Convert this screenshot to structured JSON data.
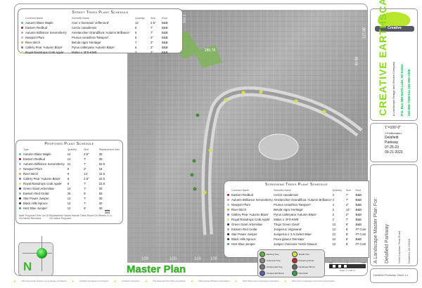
{
  "street_schedule": {
    "title": "Street Trees Plant Schedule",
    "headers": [
      "Common Name",
      "Scientific Name",
      "Quantity",
      "Size",
      "Root"
    ],
    "rows": [
      {
        "dot": "#6fb7a0",
        "common": "Autumn Blaze Maple",
        "sci": "Acer x freemanii 'Jeffersred'",
        "qty": "12",
        "size": "2.5\"",
        "root": "B&B"
      },
      {
        "dot": "#b01c2a",
        "common": "Eastern Redbud",
        "sci": "Cercis canadensis",
        "qty": "6",
        "size": "7'",
        "root": "B&B"
      },
      {
        "dot": "#aaaaaa",
        "common": "Autumn Brilliance Serviceberry",
        "sci": "Amelanchier Grandiflora 'Autumn Brilliance'",
        "qty": "5",
        "size": "7'",
        "root": "B&B"
      },
      {
        "dot": "#bbbbbb",
        "common": "Newport Plum",
        "sci": "Prunus cerasifera 'Newport'",
        "qty": "5",
        "size": "2\"",
        "root": "B&B"
      },
      {
        "dot": "#c9a24b",
        "common": "River Birch",
        "sci": "Betula nigra 'Heritage'",
        "qty": "7",
        "size": "2\"",
        "root": "B&B"
      },
      {
        "dot": "#7b6cc4",
        "common": "Callery Pear 'Autumn Blaze'",
        "sci": "Pyrus calleryana 'Autumn Blaze'",
        "qty": "6",
        "size": "2\"",
        "root": "B&B"
      },
      {
        "dot": "#d8d873",
        "common": "Royal Raindrops Crab Apple'",
        "sci": "Malus x 'JFS-KW5'",
        "qty": "7",
        "size": "7'",
        "root": "B&B"
      }
    ]
  },
  "proposed_schedule": {
    "title": "Proposed Plant Schedule",
    "headers": [
      "Type",
      "Quantity",
      "Size",
      "Replacement Value"
    ],
    "rows": [
      {
        "dot": "#6fb7a0",
        "type": "Autumn Blaze Maple",
        "qty": "12",
        "size": "2.5\"",
        "value": "30"
      },
      {
        "dot": "#b01c2a",
        "type": "Eastern Redbud",
        "qty": "12",
        "size": "7'",
        "value": "30"
      },
      {
        "dot": "#aaaaaa",
        "type": "Autumn Brilliance Serviceberry",
        "qty": "21",
        "size": "7'",
        "value": "52.5"
      },
      {
        "dot": "#bbbbbb",
        "type": "Newport Plum",
        "qty": "9",
        "size": "2\"",
        "value": "18"
      },
      {
        "dot": "#c9a24b",
        "type": "River Birch",
        "qty": "9",
        "size": "14'",
        "value": "22.5"
      },
      {
        "dot": "#7b6cc4",
        "type": "Callery Pear 'Autumn Blaze'",
        "qty": "9",
        "size": "2.5\"",
        "value": "22.5"
      },
      {
        "dot": "#d8d873",
        "type": "Royal Raindrops Crab Apple'",
        "qty": "9",
        "size": "7'",
        "value": "22.5"
      },
      {
        "dot": "#22338a",
        "type": "Green Giant Arborvitae",
        "qty": "12",
        "size": "7'",
        "value": "30"
      },
      {
        "dot": "#8fa9a2",
        "type": "Eastern Red Cedar",
        "qty": "26",
        "size": "6'",
        "value": "65"
      },
      {
        "dot": "#222222",
        "type": "Star Power Juniper",
        "qty": "12",
        "size": "7'",
        "value": "30"
      },
      {
        "dot": "#333333",
        "type": "Black Hills Spruce",
        "qty": "12",
        "size": "7'",
        "value": "30"
      },
      {
        "dot": "#4a9a86",
        "type": "Hetz Blue Juniper",
        "qty": "12",
        "size": "6'",
        "value": "30"
      }
    ],
    "total": "383",
    "note": "Note: Proposed Tree List Of Replacement Values Include Trees Shown On Streets Lt. Lt.",
    "note2a": "3/4 Inches Removed",
    "note2b": "2/5 Inches Proposed"
  },
  "screening_schedule": {
    "title": "Screening Trees Plant Schedule",
    "headers": [
      "Common Name",
      "Scientific Name",
      "Quantity",
      "Size",
      "Root"
    ],
    "rows": [
      {
        "dot": "#b01c2a",
        "common": "Eastern Redbud",
        "sci": "Cercis canadensis",
        "qty": "4",
        "size": "7'",
        "root": "B&B"
      },
      {
        "dot": "#aaaaaa",
        "common": "Autumn Brilliance Serviceberry",
        "sci": "Amelanchier Grandiflora 'Autumn Brilliance'",
        "qty": "4",
        "size": "7'",
        "root": "B&B"
      },
      {
        "dot": "#bbbbbb",
        "common": "Newport Plum",
        "sci": "Prunus cerasifera 'Newport'",
        "qty": "4",
        "size": "2\"",
        "root": "B&B"
      },
      {
        "dot": "#c9a24b",
        "common": "River Birch",
        "sci": "Betula nigra 'Heritage'",
        "qty": "2",
        "size": "14'",
        "root": "B&B"
      },
      {
        "dot": "#7b6cc4",
        "common": "Callery Pear 'Autumn Blaze'",
        "sci": "Pyrus calleryana 'Autumn Blaze'",
        "qty": "3",
        "size": "2\"",
        "root": "B&B"
      },
      {
        "dot": "#d8d873",
        "common": "Royal Raindrops Crab Apple'",
        "sci": "Malus x 'JFS-KW5'",
        "qty": "2",
        "size": "7'",
        "root": "B&B"
      },
      {
        "dot": "#22338a",
        "common": "Green Giant Arborvitae",
        "sci": "Thuja 'Green Giant'",
        "qty": "12",
        "size": "6'",
        "root": "B&B"
      },
      {
        "dot": "#8fa9a2",
        "common": "Eastern Red Cedar",
        "sci": "Juniperus 'virginiana'",
        "qty": "12",
        "size": "6'",
        "root": "#7 Cont."
      },
      {
        "dot": "#222222",
        "common": "Star Power Juniper",
        "sci": "Juniperus x 'J.N.Select Blue'",
        "qty": "12",
        "size": "6'",
        "root": "#7 Cont."
      },
      {
        "dot": "#333333",
        "common": "Black Hills Spruce",
        "sci": "Picea glauca 'Densata'",
        "qty": "12",
        "size": "6'",
        "root": "B&B"
      },
      {
        "dot": "#4a9a86",
        "common": "Hetz Blue Juniper",
        "sci": "Juniper chinensis 'Hetzii Glauca'",
        "qty": "12",
        "size": "6'",
        "root": "#7 Cont."
      }
    ]
  },
  "legend": {
    "items": [
      {
        "label": "Existing Tree",
        "color": "#5fb53a"
      },
      {
        "label": "Shade Tree",
        "color": "#d9e04a"
      },
      {
        "label": "Columnar Tree",
        "color": "#888888"
      },
      {
        "label": "Flowering Shrub",
        "color": "#b82b2b"
      },
      {
        "label": "Ornamental Tree",
        "color": "#777777"
      },
      {
        "label": "Deciduous Shrub",
        "color": "#666666"
      },
      {
        "label": "Ornamental Shrub",
        "color": "#5b5ba8"
      },
      {
        "label": "Perennial",
        "color": "#3a9a4a"
      }
    ]
  },
  "scale": {
    "left": "100'",
    "mid": "0",
    "right": "100'",
    "label": "Scale: 1\"=100'-0\""
  },
  "master_plan_label": "Master Plan",
  "north_label": "N",
  "title_block": {
    "logo_text": "Creative",
    "company": "CREATIVE EARTHSCAPES",
    "tagline": "A Landscape Design and Service Company",
    "address": "P.O. Box 888 North Lake, WI 53064",
    "phone": "262-966-7208 Fax 262-966-7208",
    "scale_value": "1\"=100'-0\"",
    "designer": "J.Federmann",
    "client_line1": "Delafield",
    "client_line2": "Parkway",
    "date1": "07-25-23",
    "date2": "09-21-2023",
    "project_title": "A Landscape Master Plan For:",
    "project_name": "Delafield Parkway",
    "address_line1": "North Lapham Peak Road",
    "address_line2": "Delafield, WI 53018",
    "sheet": "Delafield Parkway Sheet L1"
  },
  "map_labels": [
    "100",
    "100",
    "100",
    "100",
    "285.76",
    "127.88",
    "60.96",
    "103.1"
  ],
  "footer": [
    "ASLA American Society of Landscape Architects",
    "Certified Landscape Contractor",
    "Certified Contractor",
    "The National Arbor Day Foundation",
    "Metropolitan Builders Association",
    "WLP Wisconsin Landscape Federation",
    "Wisconsin Landscape Contractors Association"
  ],
  "colors": {
    "accent_green": "#3cb52c",
    "logo_lime": "#b8e62e"
  }
}
